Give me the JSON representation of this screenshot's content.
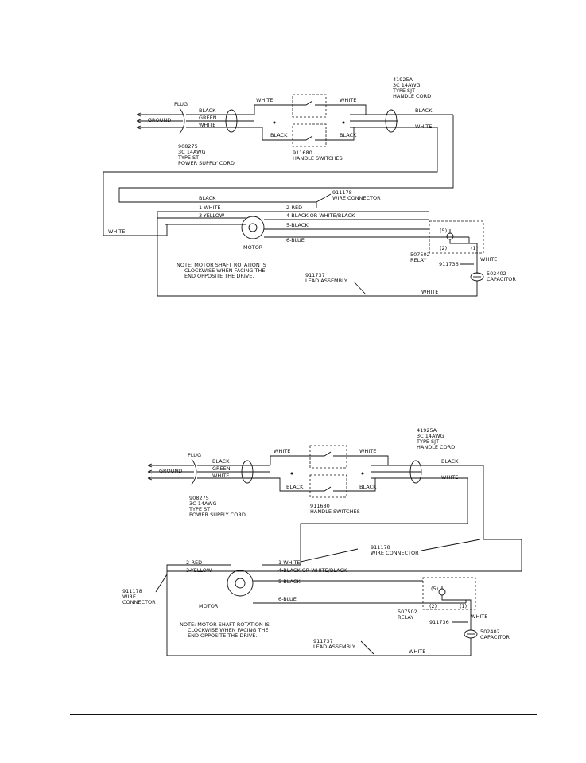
{
  "diagram_top": {
    "plug": "PLUG",
    "ground": "GROUND",
    "black": "BLACK",
    "green": "GREEN",
    "white": "WHITE",
    "supply_cord": [
      "908275",
      "3C 14AWG",
      "TYPE ST",
      "POWER SUPPLY CORD"
    ],
    "handle_cord": [
      "41925A",
      "3C 14AWG",
      "TYPE SJT",
      "HANDLE CORD"
    ],
    "switches": [
      "911680",
      "HANDLE SWITCHES"
    ],
    "wire_connector": [
      "911178",
      "WIRE CONNECTOR"
    ],
    "motor_leads": [
      "1-WHITE",
      "2-RED",
      "3-YELLOW",
      "4-BLACK OR WHITE/BLACK",
      "5-BLACK",
      "6-BLUE"
    ],
    "motor": "MOTOR",
    "note": [
      "NOTE: MOTOR SHAFT ROTATION IS",
      "CLOCKWISE WHEN FACING THE",
      "END OPPOSITE THE DRIVE."
    ],
    "relay": [
      "507502",
      "RELAY"
    ],
    "relay_terms": [
      "(5)",
      "(2)",
      "(1)"
    ],
    "lead_relay": "911736",
    "capacitor": [
      "502402",
      "CAPACITOR"
    ],
    "lead_assembly": [
      "911737",
      "LEAD ASSEMBLY"
    ]
  },
  "diagram_bottom": {
    "plug": "PLUG",
    "ground": "GROUND",
    "black": "BLACK",
    "green": "GREEN",
    "white": "WHITE",
    "supply_cord": [
      "908275",
      "3C 14AWG",
      "TYPE ST",
      "POWER SUPPLY CORD"
    ],
    "handle_cord": [
      "41925A",
      "3C 14AWG",
      "TYPE SJT",
      "HANDLE CORD"
    ],
    "switches": [
      "911680",
      "HANDLE SWITCHES"
    ],
    "wire_connector": [
      "911178",
      "WIRE CONNECTOR"
    ],
    "wire_connector_left": [
      "911178",
      "WIRE",
      "CONNECTOR"
    ],
    "motor_leads": [
      "2-RED",
      "3-YELLOW",
      "1-WHITE",
      "4-BLACK OR WHITE/BLACK",
      "5-BLACK",
      "6-BLUE"
    ],
    "motor": "MOTOR",
    "note": [
      "NOTE: MOTOR SHAFT ROTATION IS",
      "CLOCKWISE WHEN FACING THE",
      "END OPPOSITE THE DRIVE."
    ],
    "relay": [
      "507502",
      "RELAY"
    ],
    "relay_terms": [
      "(5)",
      "(2)",
      "(1)"
    ],
    "lead_relay": "911736",
    "capacitor": [
      "502402",
      "CAPACITOR"
    ],
    "lead_assembly": [
      "911737",
      "LEAD ASSEMBLY"
    ]
  }
}
